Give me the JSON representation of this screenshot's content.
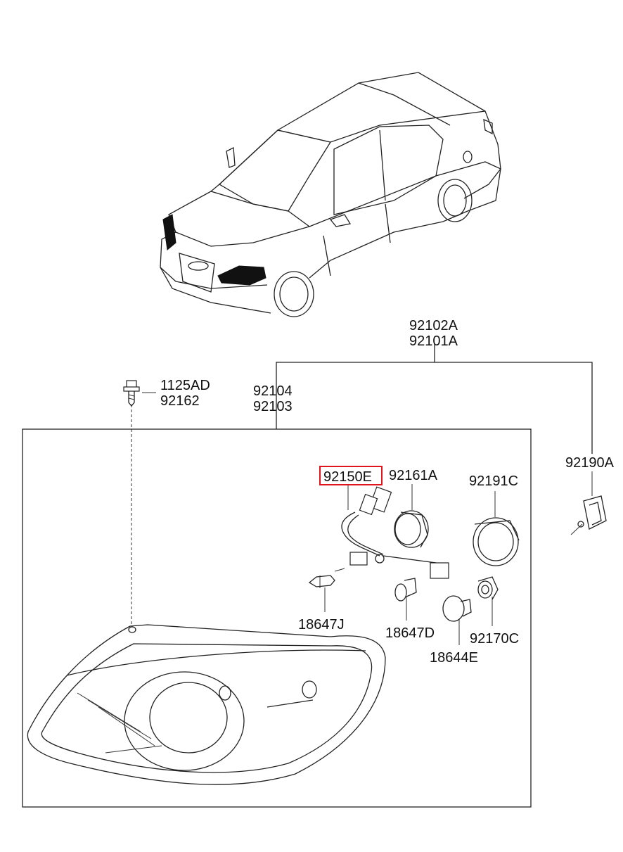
{
  "parts": {
    "headlamp_assembly": [
      "92102A",
      "92101A"
    ],
    "lamp_housing": [
      "92104",
      "92103"
    ],
    "screw": [
      "1125AD",
      "92162"
    ],
    "actuator": "92190A",
    "wiring_harness": "92150E",
    "bulb_cap_low": "92161A",
    "bulb_cap_high": "92191C",
    "bulb_h7": "18647J",
    "bulb_h1": "18647D",
    "bulb_turn": "18644E",
    "socket": "92170C"
  },
  "highlight": {
    "part": "92150E",
    "color": "#e0151b"
  }
}
